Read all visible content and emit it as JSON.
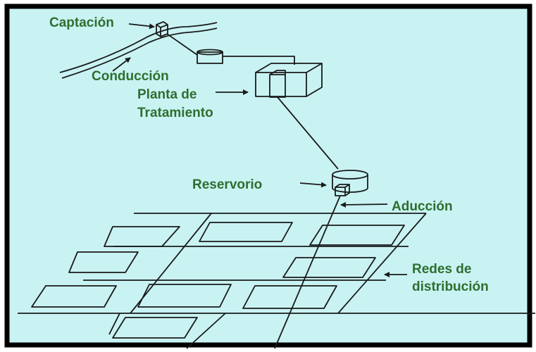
{
  "colors": {
    "background": "#c9f3f3",
    "border": "#000000",
    "label": "#2f6e2f",
    "line": "#1a1a1a"
  },
  "labels": {
    "captacion": "Captación",
    "conduccion": "Conducción",
    "planta_line1": "Planta de",
    "planta_line2": "Tratamiento",
    "reservorio": "Reservorio",
    "aduccion": "Aducción",
    "redes_line1": "Redes de",
    "redes_line2": "distribución"
  },
  "icons": {
    "captacion": "intake-box-icon",
    "conduccion": "pipe-tank-icon",
    "planta": "treatment-plant-icon",
    "reservorio": "cylindrical-tank-icon",
    "aduccion": "valve-box-icon",
    "redes": "distribution-grid-icon"
  }
}
